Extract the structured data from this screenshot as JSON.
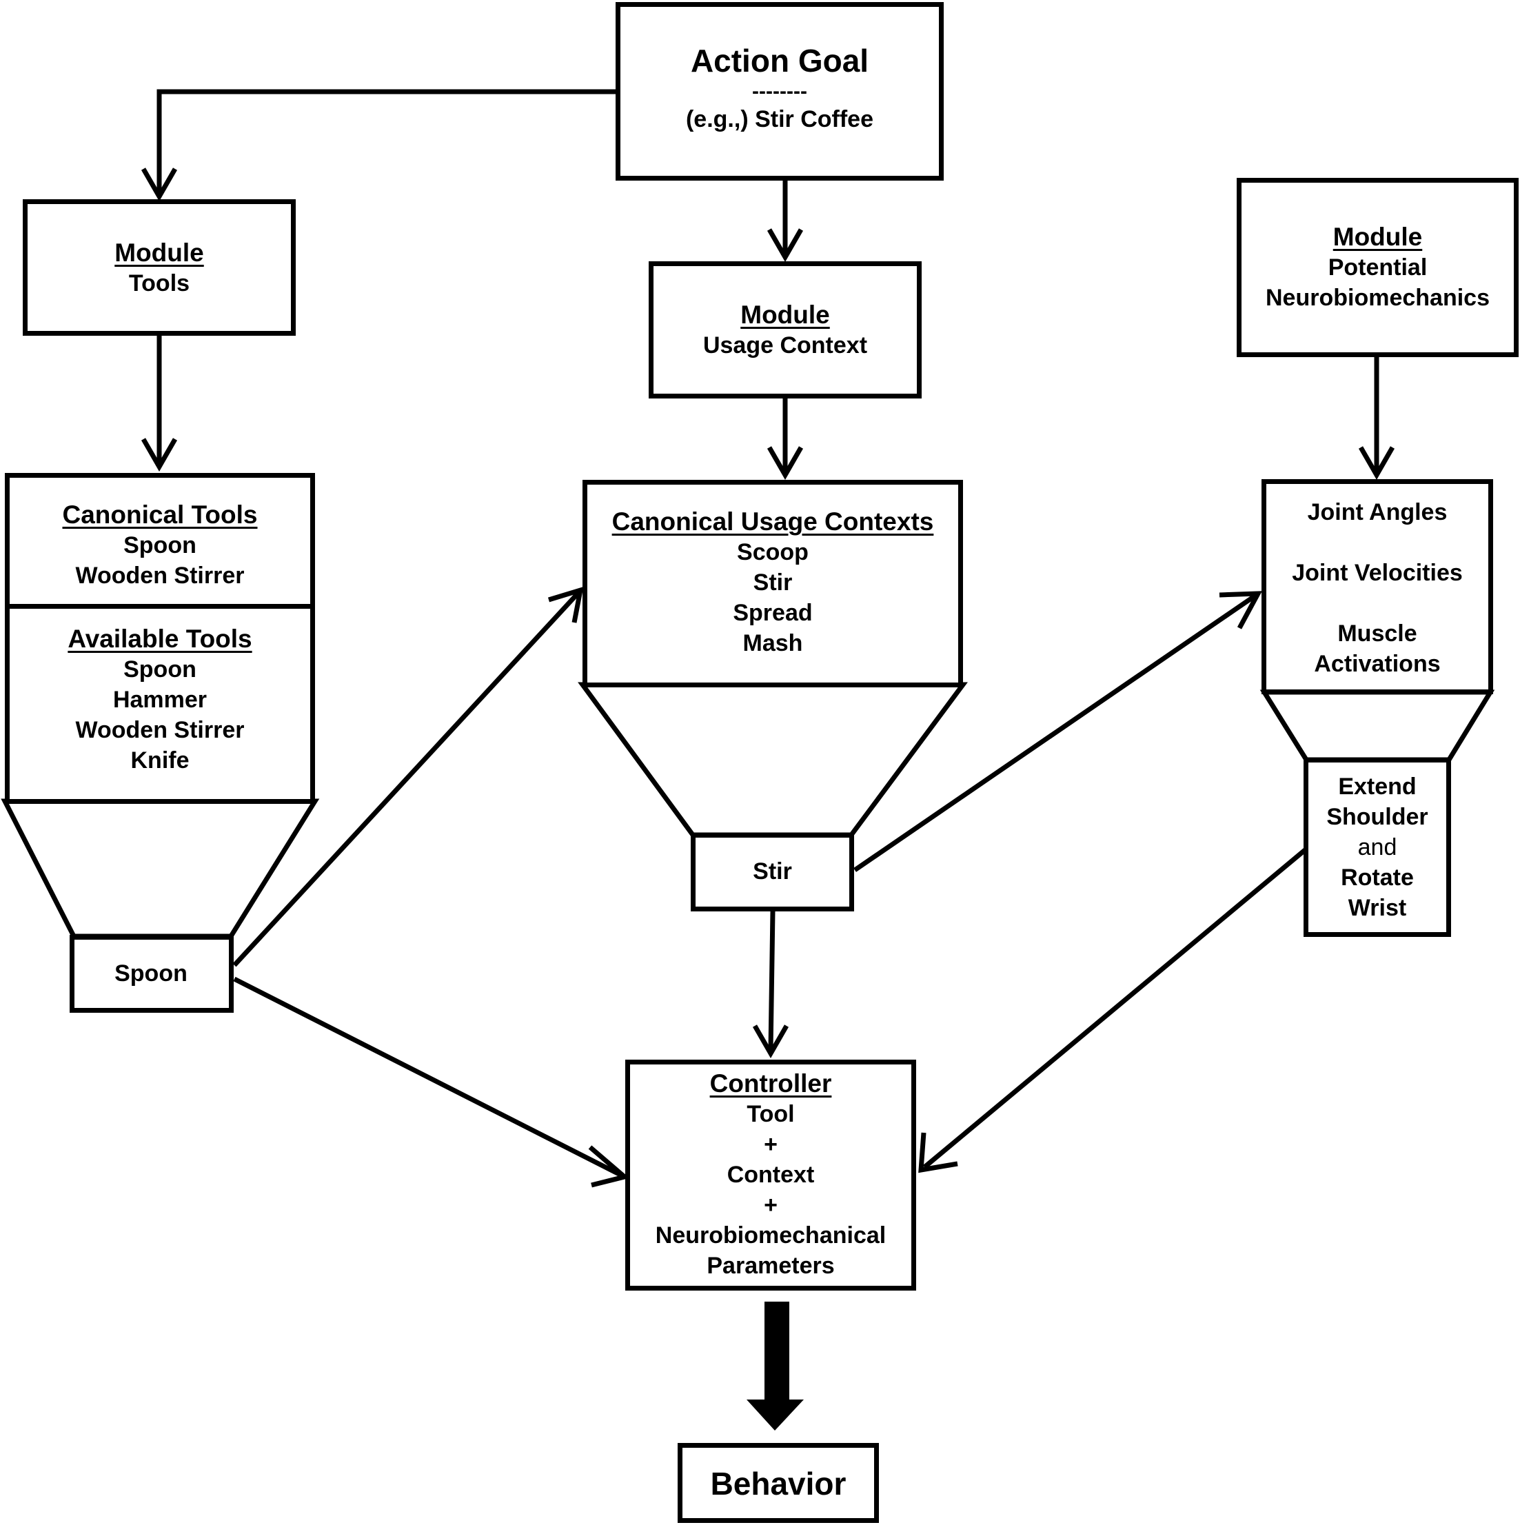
{
  "action_goal": {
    "title": "Action Goal",
    "divider": "--------",
    "example": "(e.g.,) Stir Coffee"
  },
  "tools_module": {
    "heading": "Module",
    "name": "Tools"
  },
  "usage_module": {
    "heading": "Module",
    "name": "Usage Context"
  },
  "neuro_module": {
    "heading": "Module",
    "line1": "Potential",
    "line2": "Neurobiomechanics"
  },
  "tools_funnel": {
    "canonical_heading": "Canonical Tools",
    "canonical_items": [
      "Spoon",
      "Wooden Stirrer"
    ],
    "available_heading": "Available Tools",
    "available_items": [
      "Spoon",
      "Hammer",
      "Wooden Stirrer",
      "Knife"
    ],
    "output": "Spoon"
  },
  "usage_funnel": {
    "heading": "Canonical Usage Contexts",
    "items": [
      "Scoop",
      "Stir",
      "Spread",
      "Mash"
    ],
    "output": "Stir"
  },
  "neuro_funnel": {
    "items": [
      "Joint Angles",
      "Joint Velocities",
      "Muscle",
      "Activations"
    ],
    "output": [
      "Extend",
      "Shoulder",
      "and",
      "Rotate",
      "Wrist"
    ]
  },
  "controller": {
    "heading": "Controller",
    "lines": [
      "Tool",
      "+",
      "Context",
      "+",
      "Neurobiomechanical",
      "Parameters"
    ]
  },
  "behavior": {
    "label": "Behavior"
  }
}
